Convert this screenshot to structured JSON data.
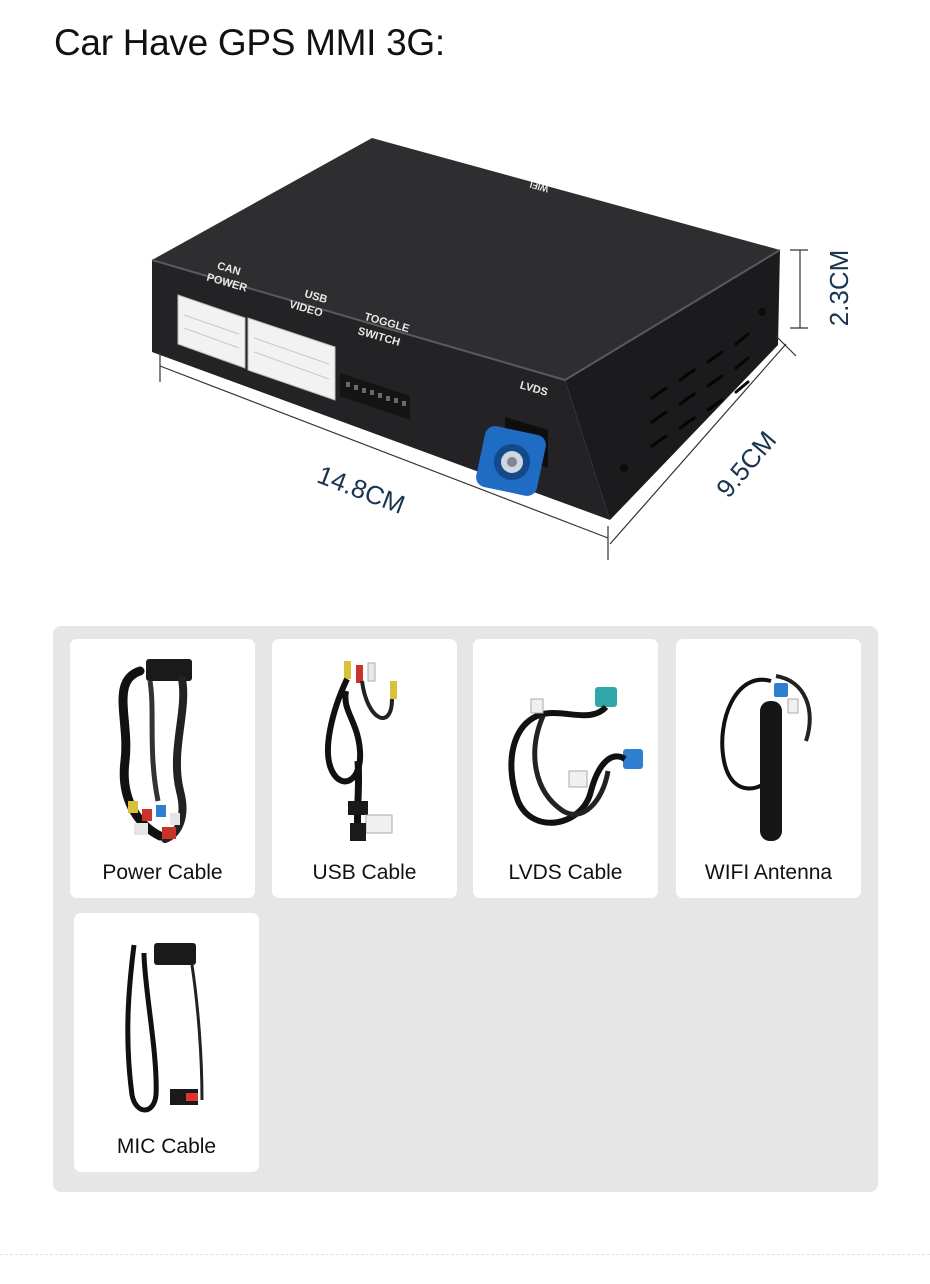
{
  "title": "Car Have GPS MMI 3G:",
  "device": {
    "port_labels": {
      "can_power": [
        "CAN",
        "POWER"
      ],
      "usb_video": [
        "USB",
        "VIDEO"
      ],
      "toggle_switch": [
        "TOGGLE",
        "SWITCH"
      ],
      "lvds": "LVDS",
      "wifi": "WIFI"
    },
    "dimensions": {
      "length": "14.8CM",
      "depth": "9.5CM",
      "height": "2.3CM"
    },
    "colors": {
      "body": "#2b2b2d",
      "lvds_connector": "#1f6cc4",
      "dimension_text": "#1a3550"
    }
  },
  "accessories": [
    {
      "label": "Power Cable",
      "icon": "power-cable-harness"
    },
    {
      "label": "USB Cable",
      "icon": "usb-rca-cable"
    },
    {
      "label": "LVDS Cable",
      "icon": "lvds-cable"
    },
    {
      "label": "WIFI Antenna",
      "icon": "wifi-antenna"
    },
    {
      "label": "MIC Cable",
      "icon": "mic-cable"
    }
  ]
}
